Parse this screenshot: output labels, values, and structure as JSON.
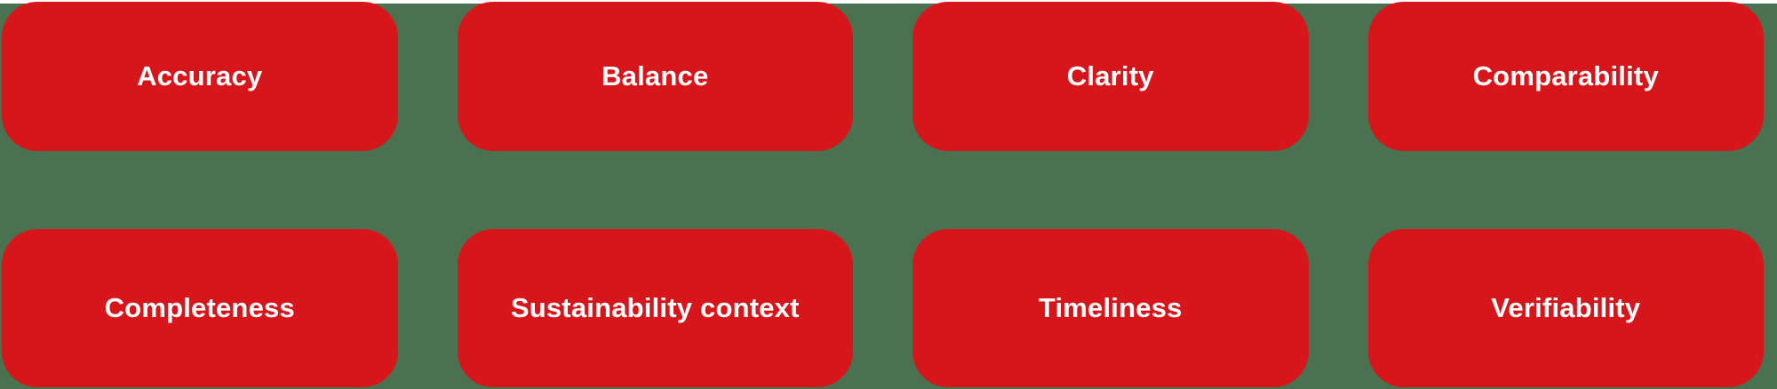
{
  "figure": {
    "description_colors": {
      "card_background": "#d7161c",
      "section_background": "#4a7150",
      "label_text": "#ffffff"
    },
    "principles": [
      "Accuracy",
      "Balance",
      "Clarity",
      "Comparability",
      "Completeness",
      "Sustainability context",
      "Timeliness",
      "Verifiability"
    ]
  }
}
